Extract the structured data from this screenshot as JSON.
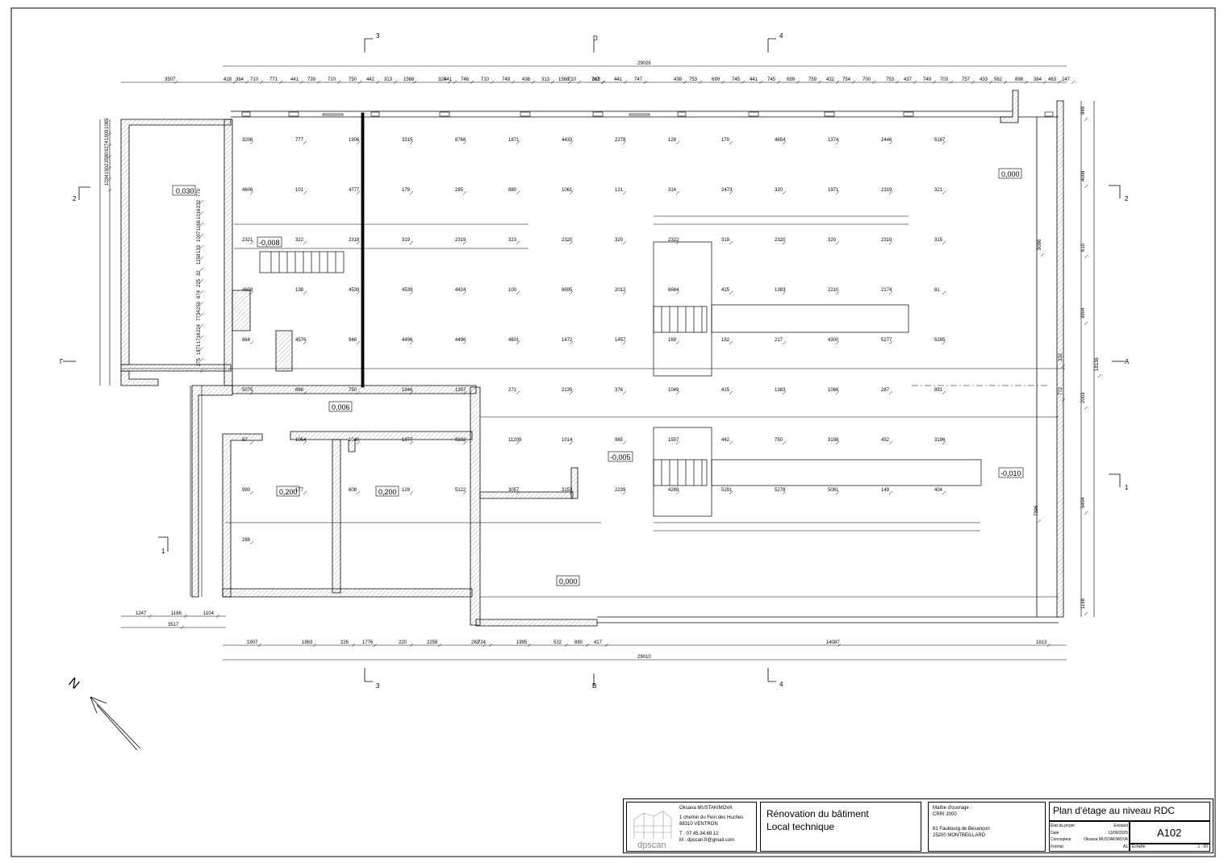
{
  "levels": {
    "left_room": "0,030",
    "mezz": "-0,008",
    "main_right_top": "0,000",
    "corridor": "0,006",
    "office1": "0,200",
    "office2": "0,200",
    "bottom_mid": "0,000",
    "pit_label": "-0,005",
    "right_low": "-0,010"
  },
  "section_markers": {
    "top3": "3",
    "topD": "D",
    "top4": "4",
    "left2": "2",
    "rightA_left": "Γ",
    "right2": "2",
    "rightA": "A",
    "right1": "1",
    "left1": "1",
    "bot3": "3",
    "botB": "B",
    "bot4": "4"
  },
  "dims": {
    "top_total": "29026",
    "bottom_total": "29010",
    "top_row": [
      "3507",
      "428",
      "364",
      "710",
      "771",
      "441",
      "739",
      "710",
      "750",
      "442",
      "313",
      "1568",
      "320",
      "441",
      "746",
      "710",
      "749",
      "438",
      "313",
      "1568",
      "318",
      "441",
      "747",
      "710",
      "747",
      "438",
      "753",
      "699",
      "745",
      "441",
      "745",
      "699",
      "759",
      "432",
      "754",
      "700",
      "753",
      "437",
      "749",
      "703",
      "757",
      "433",
      "562",
      "898",
      "384",
      "463",
      "247"
    ],
    "bottom_row": [
      "1907",
      "1863",
      "226",
      "1776",
      "220",
      "2258",
      "282",
      "724",
      "1995",
      "532",
      "890",
      "417",
      "14087",
      "1813"
    ],
    "bottom_left": [
      "1247",
      "1166",
      "1104",
      "3517"
    ],
    "left_col": [
      "1065",
      "1909",
      "9274",
      "3580",
      "1902",
      "1034",
      "770",
      "232",
      "1016",
      "1166",
      "1007",
      "133",
      "1258",
      "32",
      "225",
      "674",
      "250",
      "7734",
      "224",
      "1718",
      "1871",
      "275"
    ],
    "right_col": [
      "848",
      "4008",
      "610",
      "18136",
      "9086",
      "3904",
      "332",
      "2003",
      "772",
      "5494",
      "7396",
      "1158"
    ],
    "inner": [
      "3206",
      "777",
      "1906",
      "3315",
      "8768",
      "1871",
      "4433",
      "2278",
      "128",
      "170",
      "4654",
      "1374",
      "2446",
      "5187",
      "4606",
      "101",
      "4777",
      "179",
      "285",
      "880",
      "1061",
      "121",
      "314",
      "2473",
      "320",
      "1971",
      "2319",
      "321",
      "2321",
      "322",
      "2318",
      "319",
      "2319",
      "323",
      "2320",
      "320",
      "2322",
      "319",
      "2320",
      "320",
      "2319",
      "315",
      "4608",
      "138",
      "4539",
      "4539",
      "4424",
      "100",
      "8695",
      "2012",
      "6684",
      "415",
      "1383",
      "2210",
      "2174",
      "81",
      "864",
      "4576",
      "946",
      "4496",
      "4496",
      "4601",
      "1472",
      "1457",
      "169",
      "182",
      "217",
      "4300",
      "5277",
      "5285",
      "5075",
      "868",
      "750",
      "1946",
      "1307",
      "271",
      "2135",
      "376",
      "1049",
      "415",
      "1383",
      "1066",
      "287",
      "891",
      "87",
      "1054",
      "1040",
      "1977",
      "9232",
      "11209",
      "1014",
      "985",
      "1557",
      "442",
      "750",
      "3198",
      "452",
      "3196",
      "990",
      "177",
      "608",
      "129",
      "5122",
      "3057",
      "3153",
      "2239",
      "4289",
      "5291",
      "5278",
      "5081",
      "149",
      "404",
      "288"
    ]
  },
  "north": "N",
  "titleblock": {
    "author_name": "Oksana MUSTAKIMOVA",
    "author_addr1": "1 chemin du Fein des Huches",
    "author_addr2": "88310 VENTRON",
    "author_tel": "T : 07.45.34.69.12",
    "author_mail": "M : dpscan.fr@gmail.com",
    "logo_text": "dpscan",
    "project1": "Rénovation du bâtiment",
    "project2": "Local technique",
    "owner_label": "Maître d'ouvrage :",
    "owner_name": "CRRI 2000",
    "owner_addr1": "61 Faubourg de Besançon",
    "owner_addr2": "25200 MONTBEILLARD",
    "sheet_title": "Plan d'étage au niveau RDC",
    "etat_label": "État du projet",
    "etat_val": "Existant",
    "date_label": "Date",
    "date_val": "13/06/2025",
    "concepteur_label": "Concepteur",
    "concepteur_val": "Oksana MUSTAKIMOVA",
    "format_label": "Format",
    "format_val": "A1",
    "echelle_label": "Echelle",
    "echelle_val": "1 : 50",
    "sheet_no": "A102"
  }
}
